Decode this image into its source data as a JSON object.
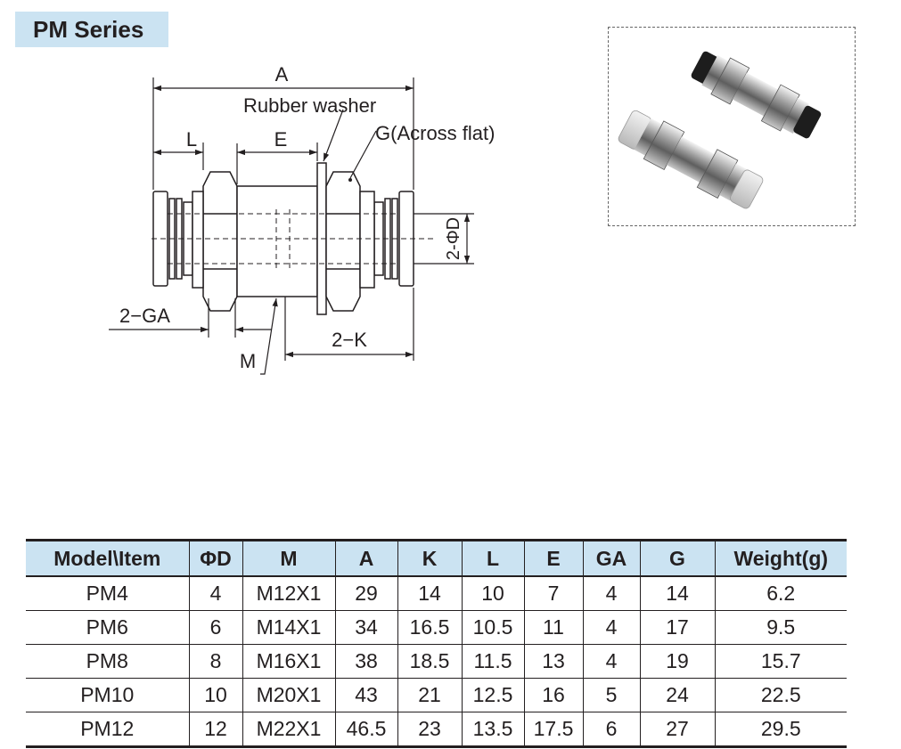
{
  "title": "PM Series",
  "drawing": {
    "label_a": "A",
    "label_rubber_washer": "Rubber washer",
    "label_l": "L",
    "label_e": "E",
    "label_g": "G(Across flat)",
    "label_d": "2-ΦD",
    "label_ga": "2−GA",
    "label_k": "2−K",
    "label_m": "M"
  },
  "table": {
    "headers": [
      "Model\\Item",
      "ΦD",
      "M",
      "A",
      "K",
      "L",
      "E",
      "GA",
      "G",
      "Weight(g)"
    ],
    "rows": [
      [
        "PM4",
        "4",
        "M12X1",
        "29",
        "14",
        "10",
        "7",
        "4",
        "14",
        "6.2"
      ],
      [
        "PM6",
        "6",
        "M14X1",
        "34",
        "16.5",
        "10.5",
        "11",
        "4",
        "17",
        "9.5"
      ],
      [
        "PM8",
        "8",
        "M16X1",
        "38",
        "18.5",
        "11.5",
        "13",
        "4",
        "19",
        "15.7"
      ],
      [
        "PM10",
        "10",
        "M20X1",
        "43",
        "21",
        "12.5",
        "16",
        "5",
        "24",
        "22.5"
      ],
      [
        "PM12",
        "12",
        "M22X1",
        "46.5",
        "23",
        "13.5",
        "17.5",
        "6",
        "27",
        "29.5"
      ]
    ]
  },
  "colors": {
    "header_bg": "#cbe3f2",
    "line": "#231f20",
    "metal": "#a9a9a9",
    "collet": "#dcdcdc",
    "ring": "#222222"
  }
}
